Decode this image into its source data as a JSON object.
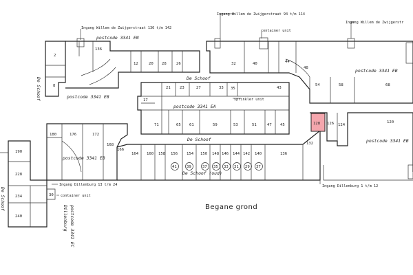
{
  "plan": {
    "title": "Begane grond",
    "highlight_color": "#f4a6ad",
    "entrances": {
      "zwijger_136": "Ingang Willem de Zwijgerstraat 136 t/m 142",
      "zwijger_94": "Ingang Willem de Zwijgerstraat 94 t/m 114",
      "zwijger_right": "Ingang Willem de Zwijgerstr",
      "dillenburg_13": "Ingang Dillenburg 13 t/m 24",
      "dillenburg_1": "Ingang Dillenburg 1 t/m 12"
    },
    "services": {
      "container_top": "container unit",
      "container_bottom": "container unit",
      "sprinkler": "sprinkler unit"
    },
    "streets": {
      "schoof_top": "De Schoof",
      "schoof_mid": "De Schoof",
      "schoof_oud": "De Schoof (oud)",
      "schoof_left": "De Schoof",
      "schoof_bottom_left": "De Schoof"
    },
    "postcodes": {
      "en": "postcode 3341 EN",
      "eb_left": "postcode 3341 EB",
      "ea": "postcode 3341 EA",
      "eb_right": "postcode 3341 EB",
      "eb_mid_right": "postcode 3341 EB",
      "eb_lower_left": "postcode 3341 EB",
      "ec": "postcode 3341 EC",
      "dillenburg_vertical": "Dillenburg"
    },
    "units": {
      "u2": "2",
      "u136a": "136",
      "u12": "12",
      "u20": "20",
      "u28": "28",
      "u26": "26",
      "u32": "32",
      "u40": "40",
      "u44": "44",
      "u48": "48",
      "u54": "54",
      "u58": "58",
      "u68": "68",
      "u8": "8",
      "u21": "21",
      "u23": "23",
      "u27": "27",
      "u33": "33",
      "u35": "35",
      "u43": "43",
      "u17": "17",
      "u71": "71",
      "u65": "65",
      "u61": "61",
      "u59": "59",
      "u53": "53",
      "u51": "51",
      "u47": "47",
      "u45": "45",
      "u128": "128",
      "u126": "126",
      "u124": "124",
      "u120": "120",
      "u180": "180",
      "u176": "176",
      "u172": "172",
      "u168": "168",
      "u166": "166",
      "u164": "164",
      "u160": "160",
      "u158": "158",
      "u156": "156",
      "u154": "154",
      "u150": "150",
      "u148": "148",
      "u146": "146",
      "u144": "144",
      "u142": "142",
      "u140": "140",
      "u136b": "136",
      "u132": "132",
      "u190": "190",
      "u228": "228",
      "u234": "234",
      "u240": "240",
      "u30": "30",
      "c41": "41",
      "c39": "39",
      "c37a": "37",
      "c35": "35",
      "c33": "33",
      "c31": "31",
      "c29": "29",
      "c37b": "37"
    }
  }
}
